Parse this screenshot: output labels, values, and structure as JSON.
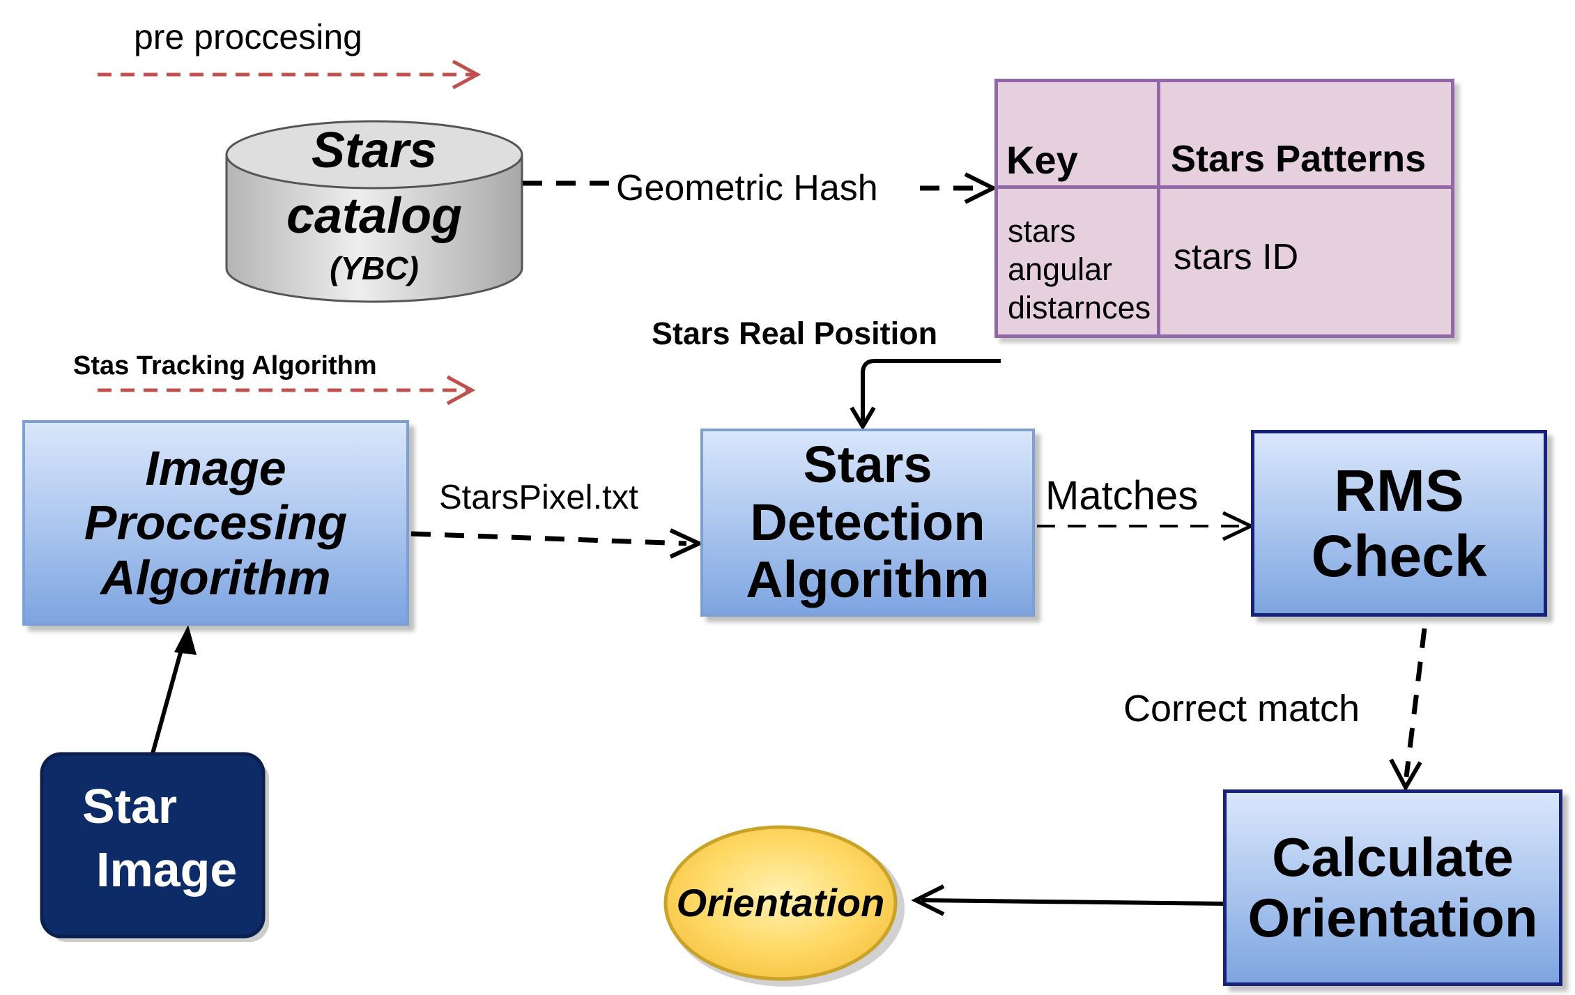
{
  "legend": {
    "preprocessing": "pre proccesing",
    "tracking": "Stas Tracking Algorithm"
  },
  "catalog": {
    "line1": "Stars",
    "line2": "catalog",
    "line3": "(YBC)"
  },
  "hash_table": {
    "headers": [
      "Key",
      "Stars Patterns"
    ],
    "key_value": [
      "stars",
      "angular",
      "distarnces"
    ],
    "pattern_value": "stars ID"
  },
  "edges": {
    "geometric_hash": "Geometric Hash",
    "stars_real_position": "Stars Real Position",
    "stars_pixel": "StarsPixel.txt",
    "matches": "Matches",
    "correct_match": "Correct match"
  },
  "nodes": {
    "image_processing": [
      "Image",
      "Proccesing",
      "Algorithm"
    ],
    "stars_detection": [
      "Stars",
      "Detection",
      "Algorithm"
    ],
    "rms_check": [
      "RMS",
      "Check"
    ],
    "star_image": [
      "Star",
      "Image"
    ],
    "calculate_orientation": [
      "Calculate",
      "Orientation"
    ],
    "orientation": "Orientation"
  },
  "colors": {
    "legend_arrow": "#c0504d",
    "box_blue_border": "#7d9fd4",
    "box_navy_border": "#17237a",
    "star_image_fill": "#0d2b66",
    "table_fill": "#e6d0de",
    "table_border": "#9467a8",
    "ellipse_fill": "#ffd966",
    "ellipse_border": "#c9a227"
  }
}
